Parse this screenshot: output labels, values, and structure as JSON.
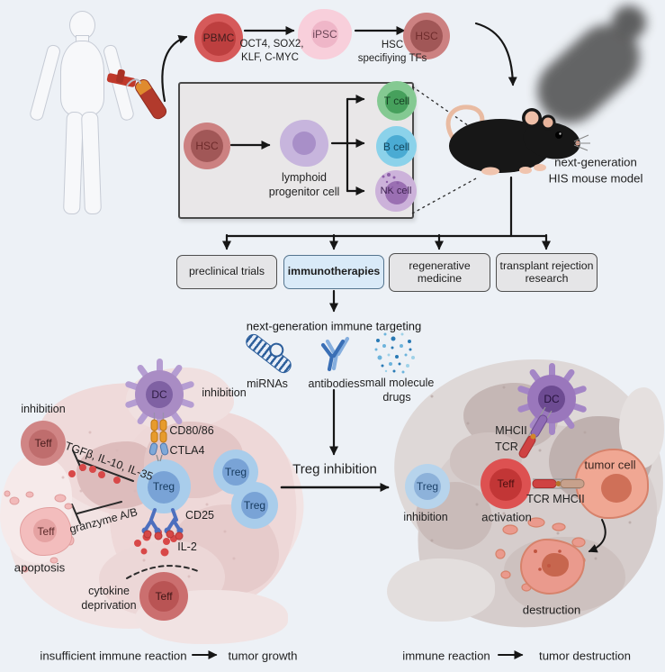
{
  "top_flow": {
    "pbmc_label": "PBMC",
    "reprogramming_factors_line1": "OCT4, SOX2,",
    "reprogramming_factors_line2": "KLF, C-MYC",
    "ipsc_label": "iPSC",
    "hsc_tf_line1": "HSC",
    "hsc_tf_line2": "specifiying TFs",
    "hsc_label": "HSC"
  },
  "differentiation_box": {
    "hsc_label": "HSC",
    "progenitor_line1": "lymphoid",
    "progenitor_line2": "progenitor cell",
    "t_cell_label": "T cell",
    "b_cell_label": "B cell",
    "nk_cell_label": "NK cell"
  },
  "mouse": {
    "label_line1": "next-generation",
    "label_line2": "HIS mouse model"
  },
  "applications": {
    "boxes": [
      {
        "label": "preclinical trials"
      },
      {
        "label": "immunotherapies"
      },
      {
        "label": "regenerative medicine"
      },
      {
        "label": "transplant rejection research"
      }
    ]
  },
  "targeting": {
    "title": "next-generation immune targeting",
    "mirnas_label": "miRNAs",
    "antibodies_label": "antibodies",
    "small_molecule_line1": "small molecule",
    "small_molecule_line2": "drugs"
  },
  "treg_inhibition_arrow_label": "Treg inhibition",
  "left_cluster": {
    "dc_label": "DC",
    "dc_inhibition_label": "inhibition",
    "teff_inhibition_label": "inhibition",
    "teff_label": "Teff",
    "cd80_86_label": "CD80/86",
    "ctla4_label": "CTLA4",
    "treg_label": "Treg",
    "treg2_label": "Treg",
    "treg3_label": "Treg",
    "cytokines_label": "TGFβ, IL-10, IL-35",
    "granzyme_label": "granzyme A/B",
    "cd25_label": "CD25",
    "il2_label": "IL-2",
    "apoptotic_teff_label": "Teff",
    "apoptosis_label": "apoptosis",
    "cytokine_deprivation_line1": "cytokine",
    "cytokine_deprivation_line2": "deprivation",
    "teff_bottom_label": "Teff"
  },
  "right_cluster": {
    "dc_label": "DC",
    "mhcii_top_label": "MHCII",
    "tcr_top_label": "TCR",
    "teff_label": "Teff",
    "activation_label": "activation",
    "tcr_bottom_label": "TCR",
    "mhcii_bottom_label": "MHCII",
    "tumor_cell_label": "tumor cell",
    "treg_label": "Treg",
    "inhibition_label": "inhibition",
    "destruction_label": "destruction"
  },
  "captions": {
    "left_cause": "insufficient immune reaction",
    "left_effect": "tumor growth",
    "right_cause": "immune reaction",
    "right_effect": "tumor destruction"
  },
  "colors": {
    "background": "#edf1f6",
    "pbmc": "#d65a5a",
    "ipsc": "#f8cfdb",
    "hsc": "#cc8181",
    "t_cell": "#84c992",
    "b_cell": "#8bd2ea",
    "nk_cell": "#ccb2da",
    "progenitor": "#c7b5dd",
    "treg": "#a9cdeb",
    "teff": "#d08585",
    "teff_active": "#dd5151",
    "dc": "#a98cc4",
    "tumor": "#f0a793",
    "highlight_box": "#d9eaf8",
    "cd80_86_receptor": "#e79b2d",
    "ctla4_receptor": "#7fa8d8",
    "antibody_blue": "#3a6fb5"
  }
}
